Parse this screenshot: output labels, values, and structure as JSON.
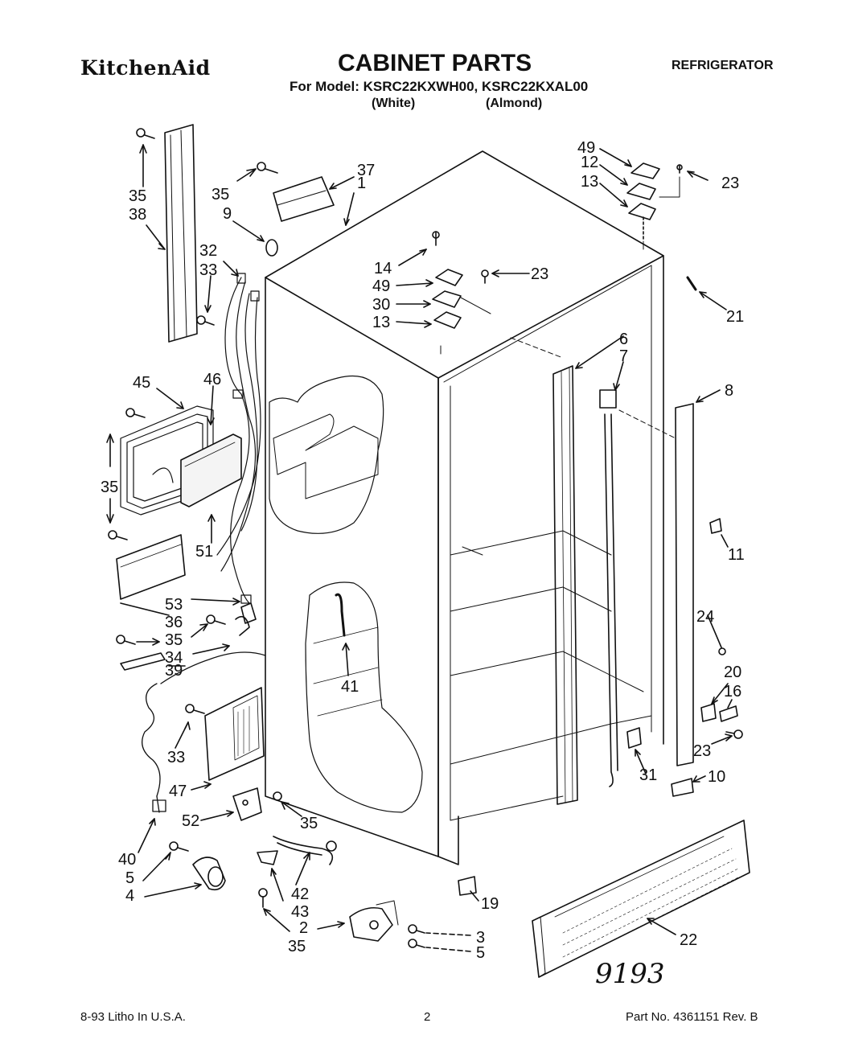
{
  "header": {
    "brand": "KitchenAid",
    "title": "CABINET PARTS",
    "category": "REFRIGERATOR",
    "model_line": "For Model: KSRC22KXWH00, KSRC22KXAL00",
    "variants": [
      "(White)",
      "(Almond)"
    ]
  },
  "callouts": {
    "c49a": "49",
    "c12": "12",
    "c13a": "13",
    "c23a": "23",
    "c37": "37",
    "c35a": "35",
    "c1": "1",
    "c9": "9",
    "c35b": "35",
    "c38": "38",
    "c32": "32",
    "c33a": "33",
    "c14": "14",
    "c49b": "49",
    "c30": "30",
    "c13b": "13",
    "c23b": "23",
    "c21": "21",
    "c6": "6",
    "c7": "7",
    "c8": "8",
    "c45": "45",
    "c46": "46",
    "c35c": "35",
    "c51": "51",
    "c11": "11",
    "c53": "53",
    "c36": "36",
    "c35d": "35",
    "c34": "34",
    "c39": "39",
    "c24": "24",
    "c41": "41",
    "c20": "20",
    "c16": "16",
    "c33b": "33",
    "c23c": "23",
    "c31": "31",
    "c10": "10",
    "c47": "47",
    "c52": "52",
    "c35e": "35",
    "c40": "40",
    "c5a": "5",
    "c4": "4",
    "c42": "42",
    "c43": "43",
    "c2": "2",
    "c35f": "35",
    "c19": "19",
    "c3": "3",
    "c5b": "5",
    "c22": "22"
  },
  "handwritten_note": "9193",
  "footer": {
    "left": "8-93 Litho In U.S.A.",
    "center": "2",
    "right": "Part No. 4361151 Rev. B"
  }
}
